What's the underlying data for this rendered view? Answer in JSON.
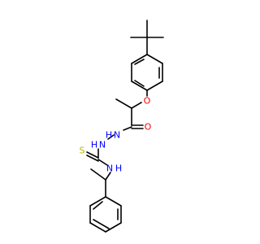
{
  "molecule": {
    "atom_labels": {
      "ether_oxygen": "O",
      "carbonyl_oxygen": "O",
      "hydrazide_nh_1": "N",
      "hydrazide_nh_1_h": "H",
      "hydrazide_nh_2": "N",
      "hydrazide_nh_2_h": "H",
      "thione_sulfur": "S",
      "amine_nh": "N",
      "amine_nh_h": "H"
    },
    "colors": {
      "oxygen": "#ff0000",
      "nitrogen": "#0000ff",
      "sulfur": "#b8b800",
      "bond": "#000000"
    }
  }
}
